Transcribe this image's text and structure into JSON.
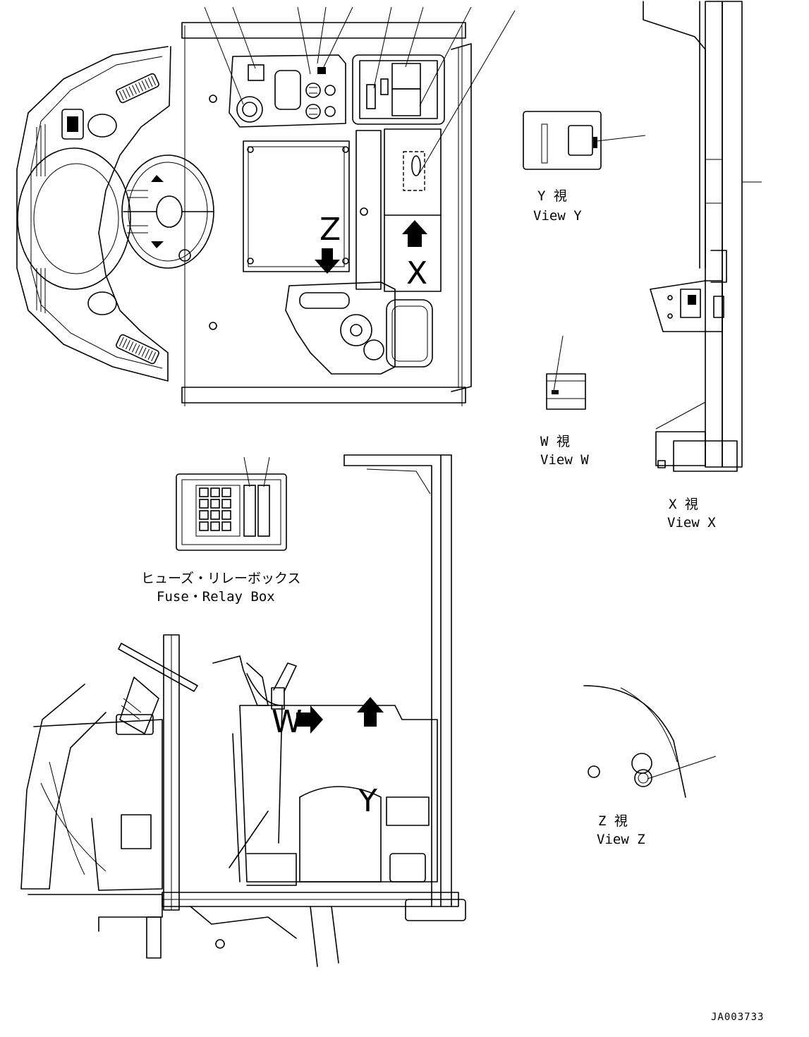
{
  "markers": {
    "z": "Z",
    "x": "X",
    "w": "W",
    "y": "Y"
  },
  "views": {
    "view_y": {
      "jp": "Y 視",
      "en": "View Y"
    },
    "view_w": {
      "jp": "W 視",
      "en": "View W"
    },
    "view_x": {
      "jp": "X 視",
      "en": "View X"
    },
    "view_z": {
      "jp": "Z 視",
      "en": "View Z"
    }
  },
  "fuse_box": {
    "jp": "ヒューズ・リレーボックス",
    "en": "Fuse・Relay Box"
  },
  "drawing_code": "JA003733"
}
